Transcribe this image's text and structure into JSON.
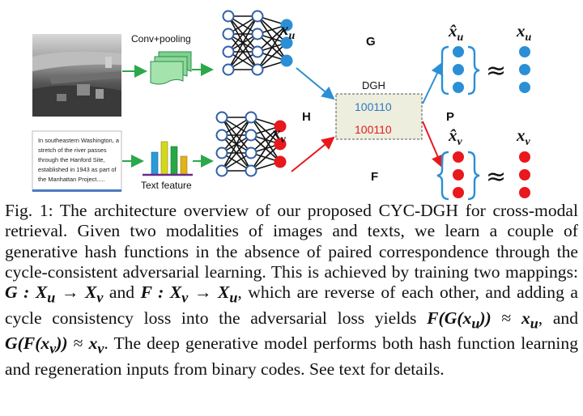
{
  "figure": {
    "labels": {
      "conv": "Conv+pooling",
      "text_feature": "Text feature",
      "g": "G",
      "h": "H",
      "f": "F",
      "p": "P",
      "dgh": "DGH",
      "code_top": "100110",
      "code_bottom": "100110",
      "approx_top": "≈",
      "approx_bottom": "≈"
    },
    "math_labels": {
      "xu": "x",
      "xu_sub": "u",
      "xv": "x",
      "xv_sub": "v",
      "xu_hat": "x̂",
      "xu_hat_sub": "u",
      "xv_hat": "x̂",
      "xv_hat_sub": "v",
      "xu_right": "x",
      "xu_right_sub": "u",
      "xv_right": "x",
      "xv_right_sub": "v"
    },
    "text_snippet": [
      "In southeastern Washington, a",
      "stretch of the river passes",
      "through the Hanford Site,",
      "established in 1943 as part of",
      "the Manhattan Project....."
    ],
    "colors": {
      "blue": "#2b8fd6",
      "red": "#e8181c",
      "green": "#2aa84a",
      "node_border": "#2f5fa8",
      "dgh_fill": "#eeeede",
      "code_blue": "#2b79c2",
      "code_red": "#e11b1b"
    }
  },
  "caption": {
    "p1": "Fig. 1: The architecture overview of our proposed CYC-DGH for cross-modal retrieval. Given two modalities of images and texts, we learn a couple of generative hash functions in the absence of paired correspondence through the cycle-consistent adversarial learning. This is achieved by training two mappings: ",
    "m1": "G : X",
    "m1_sub": "u",
    "arrow1": " → ",
    "m2": "X",
    "m2_sub": "v",
    "p2": " and ",
    "m3": "F : X",
    "m3_sub": "v",
    "arrow2": " → ",
    "m4": "X",
    "m4_sub": "u",
    "p3": ", which are reverse of each other, and adding a cycle consistency loss into the adversarial loss yields ",
    "m5": "F(G(x",
    "m5_sub": "u",
    "m5_end": "))",
    "approx1": " ≈ ",
    "m6": "x",
    "m6_sub": "u",
    "p4": ", and ",
    "m7": "G(F(x",
    "m7_sub": "v",
    "m7_end": "))",
    "approx2": " ≈ ",
    "m8": "x",
    "m8_sub": "v",
    "p5": ". The deep generative model performs both hash function learning and regeneration inputs from binary codes. See text for details."
  }
}
